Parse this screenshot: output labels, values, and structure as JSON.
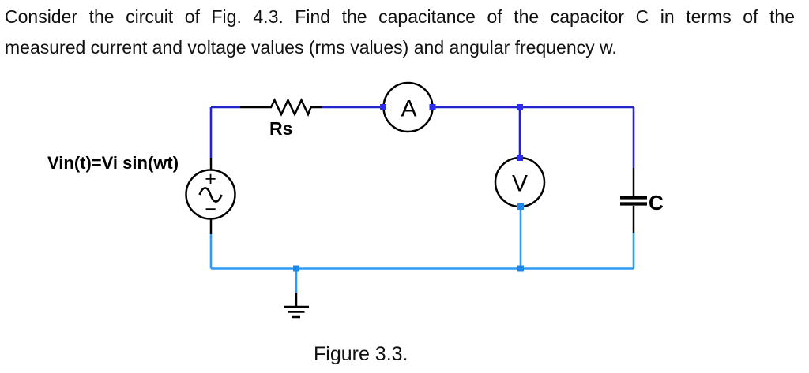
{
  "problem": {
    "line1": "Consider the circuit of Fig. 4.3. Find the capacitance of the capacitor C in terms of the",
    "line2": "measured current and voltage values (rms values) and angular frequency w."
  },
  "circuit": {
    "source_label": "Vin(t)=Vi sin(wt)",
    "source_plus": "+",
    "source_minus": "−",
    "resistor_label": "Rs",
    "ammeter_label": "A",
    "voltmeter_label": "V",
    "capacitor_label": "C",
    "caption": "Figure 3.3."
  },
  "colors": {
    "wire_dark": "#2323cd",
    "wire_light": "#2e9af5",
    "node_dark": "#2d2df2",
    "node_light": "#1e88e8",
    "component": "#000000",
    "text": "#111111"
  }
}
